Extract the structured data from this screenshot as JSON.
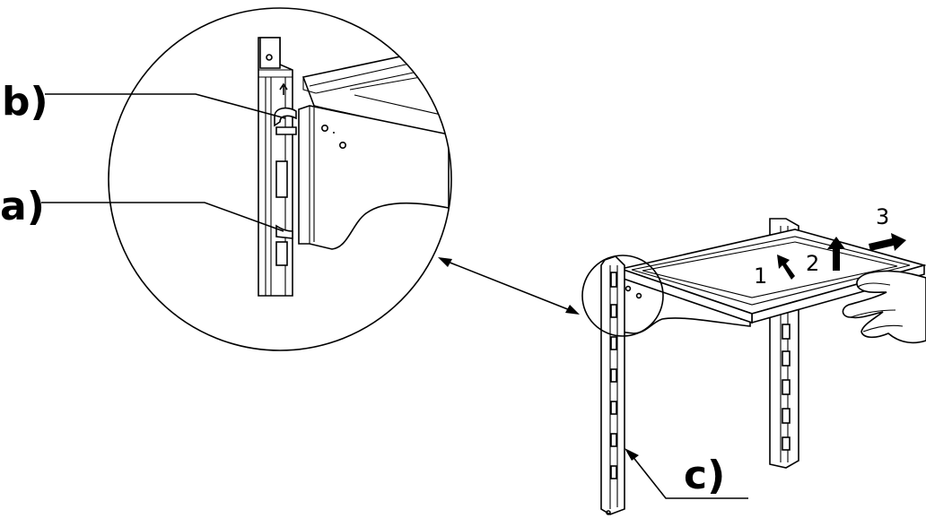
{
  "labels": {
    "a": "a)",
    "b": "b)",
    "c": "c)"
  },
  "steps": [
    "1",
    "2",
    "3"
  ],
  "colors": {
    "line": "#000000",
    "shade": "#d9d9d9",
    "background": "#ffffff"
  }
}
